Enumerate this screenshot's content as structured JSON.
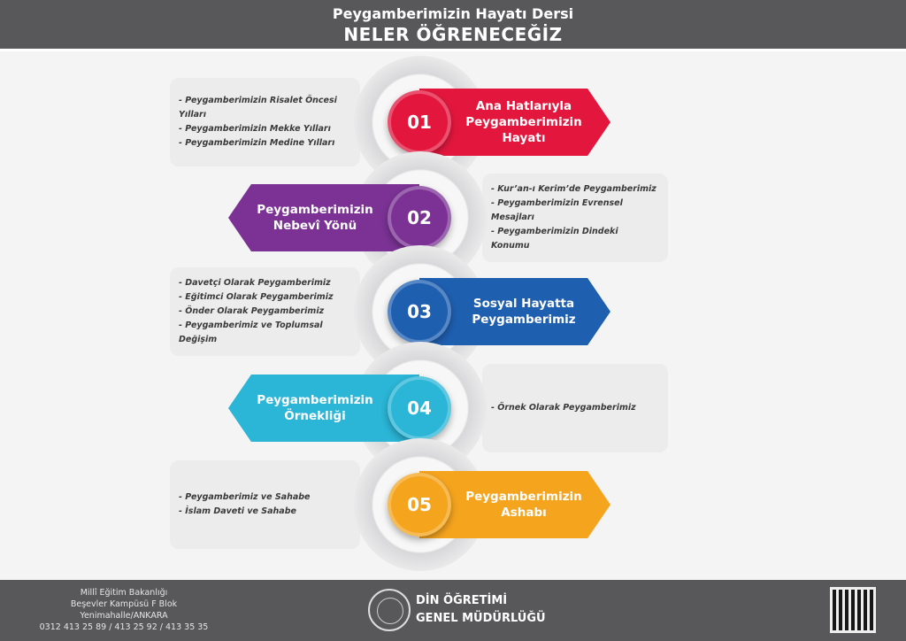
{
  "header": {
    "subtitle": "Peygamberimizin Hayatı Dersi",
    "title": "NELER ÖĞRENECEĞİZ"
  },
  "sections": [
    {
      "number": "01",
      "title": "Ana Hatlarıyla Peygamberimizin Hayatı",
      "color": "#e3173e",
      "items": [
        "- Peygamberimizin Risalet Öncesi Yılları",
        "- Peygamberimizin Mekke Yılları",
        "- Peygamberimizin Medine Yılları"
      ]
    },
    {
      "number": "02",
      "title": "Peygamberimizin Nebevî Yönü",
      "color": "#7b3294",
      "items": [
        "- Kur’an-ı Kerim’de Peygamberimiz",
        "- Peygamberimizin Evrensel Mesajları",
        "- Peygamberimizin Dindeki Konumu"
      ]
    },
    {
      "number": "03",
      "title": "Sosyal Hayatta Peygamberimiz",
      "color": "#1f5fb0",
      "items": [
        "- Davetçi Olarak Peygamberimiz",
        "- Eğitimci Olarak Peygamberimiz",
        "- Önder Olarak Peygamberimiz",
        "- Peygamberimiz ve Toplumsal Değişim"
      ]
    },
    {
      "number": "04",
      "title": "Peygamberimizin Örnekliği",
      "color": "#2bb5d6",
      "items": [
        "- Örnek Olarak Peygamberimiz"
      ]
    },
    {
      "number": "05",
      "title": "Peygamberimizin Ashabı",
      "color": "#f5a41e",
      "items": [
        "- Peygamberimiz ve Sahabe",
        "- İslam Daveti ve Sahabe"
      ]
    }
  ],
  "footer": {
    "address": [
      "Millî Eğitim Bakanlığı",
      "Beşevler Kampüsü F Blok",
      "Yenimahalle/ANKARA",
      "0312 413 25 89 / 413 25 92 / 413 35 35"
    ],
    "org": [
      "DİN ÖĞRETİMİ",
      "GENEL MÜDÜRLÜĞÜ"
    ]
  }
}
